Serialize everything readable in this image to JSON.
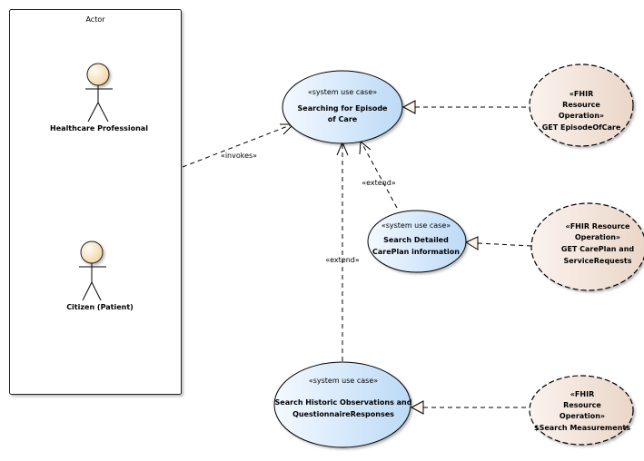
{
  "boundary": {
    "title": "Actor"
  },
  "actors": [
    {
      "id": "healthcare-professional",
      "label": "Healthcare Professional"
    },
    {
      "id": "citizen-patient",
      "label": "Citizen (Patient)"
    }
  ],
  "use_cases": [
    {
      "id": "searching-episode-of-care",
      "stereotype": "«system use case»",
      "lines": [
        "Searching for Episode",
        "of Care"
      ]
    },
    {
      "id": "search-detailed-careplan",
      "stereotype": "«system use case»",
      "lines": [
        "Search Detailed",
        "CarePlan information"
      ]
    },
    {
      "id": "search-historic-observations",
      "stereotype": "«system use case»",
      "lines": [
        "Search Historic Observations and",
        "QuestionnaireResponses"
      ]
    }
  ],
  "fhir_operations": [
    {
      "id": "get-episode-of-care",
      "lines": [
        "«FHIR",
        "Resource",
        "Operation»",
        "GET EpisodeOfCare"
      ]
    },
    {
      "id": "get-careplan-servicerequests",
      "lines": [
        "«FHIR Resource",
        "Operation»",
        "GET CarePlan and",
        "ServiceRequests"
      ]
    },
    {
      "id": "search-measurements",
      "lines": [
        "«FHIR",
        "Resource",
        "Operation»",
        "$Search Measurements"
      ]
    }
  ],
  "connectors": {
    "invokes": "«invokes»",
    "extend_careplan": "«extend»",
    "extend_historic": "«extend»"
  },
  "colors": {
    "use_case_fill_start": "#f4f9ff",
    "use_case_fill_end": "#c5dff8",
    "fhir_fill_start": "#faf1ea",
    "fhir_fill_end": "#ecd9cb",
    "actor_head_start": "#fffaf0",
    "actor_head_end": "#f5d9a8",
    "stroke": "#000000"
  }
}
